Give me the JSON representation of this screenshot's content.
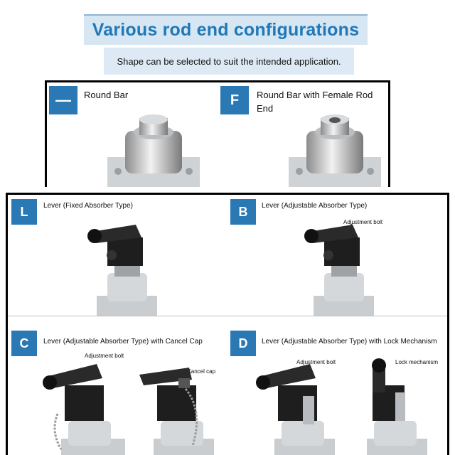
{
  "header": {
    "title": "Various rod end configurations",
    "subtitle": "Shape can be selected to suit the intended application."
  },
  "top_options": [
    {
      "badge": "—",
      "label": "Round Bar"
    },
    {
      "badge": "F",
      "label": "Round Bar with Female Rod End"
    }
  ],
  "lever_options": [
    {
      "badge": "L",
      "label": "Lever (Fixed Absorber Type)",
      "callouts": []
    },
    {
      "badge": "B",
      "label": "Lever (Adjustable Absorber Type)",
      "callouts": [
        "Adjustment bolt"
      ]
    },
    {
      "badge": "C",
      "label": "Lever (Adjustable Absorber Type) with Cancel Cap",
      "callouts": [
        "Adjustment bolt",
        "Cancel cap"
      ]
    },
    {
      "badge": "D",
      "label": "Lever (Adjustable Absorber Type) with Lock Mechanism",
      "callouts": [
        "Adjustment bolt",
        "Lock mechanism"
      ]
    }
  ],
  "colors": {
    "accent": "#2a78b4",
    "title_text": "#1f78b8",
    "title_bg": "#d6e6f2",
    "subtitle_bg": "#dde9f4"
  }
}
